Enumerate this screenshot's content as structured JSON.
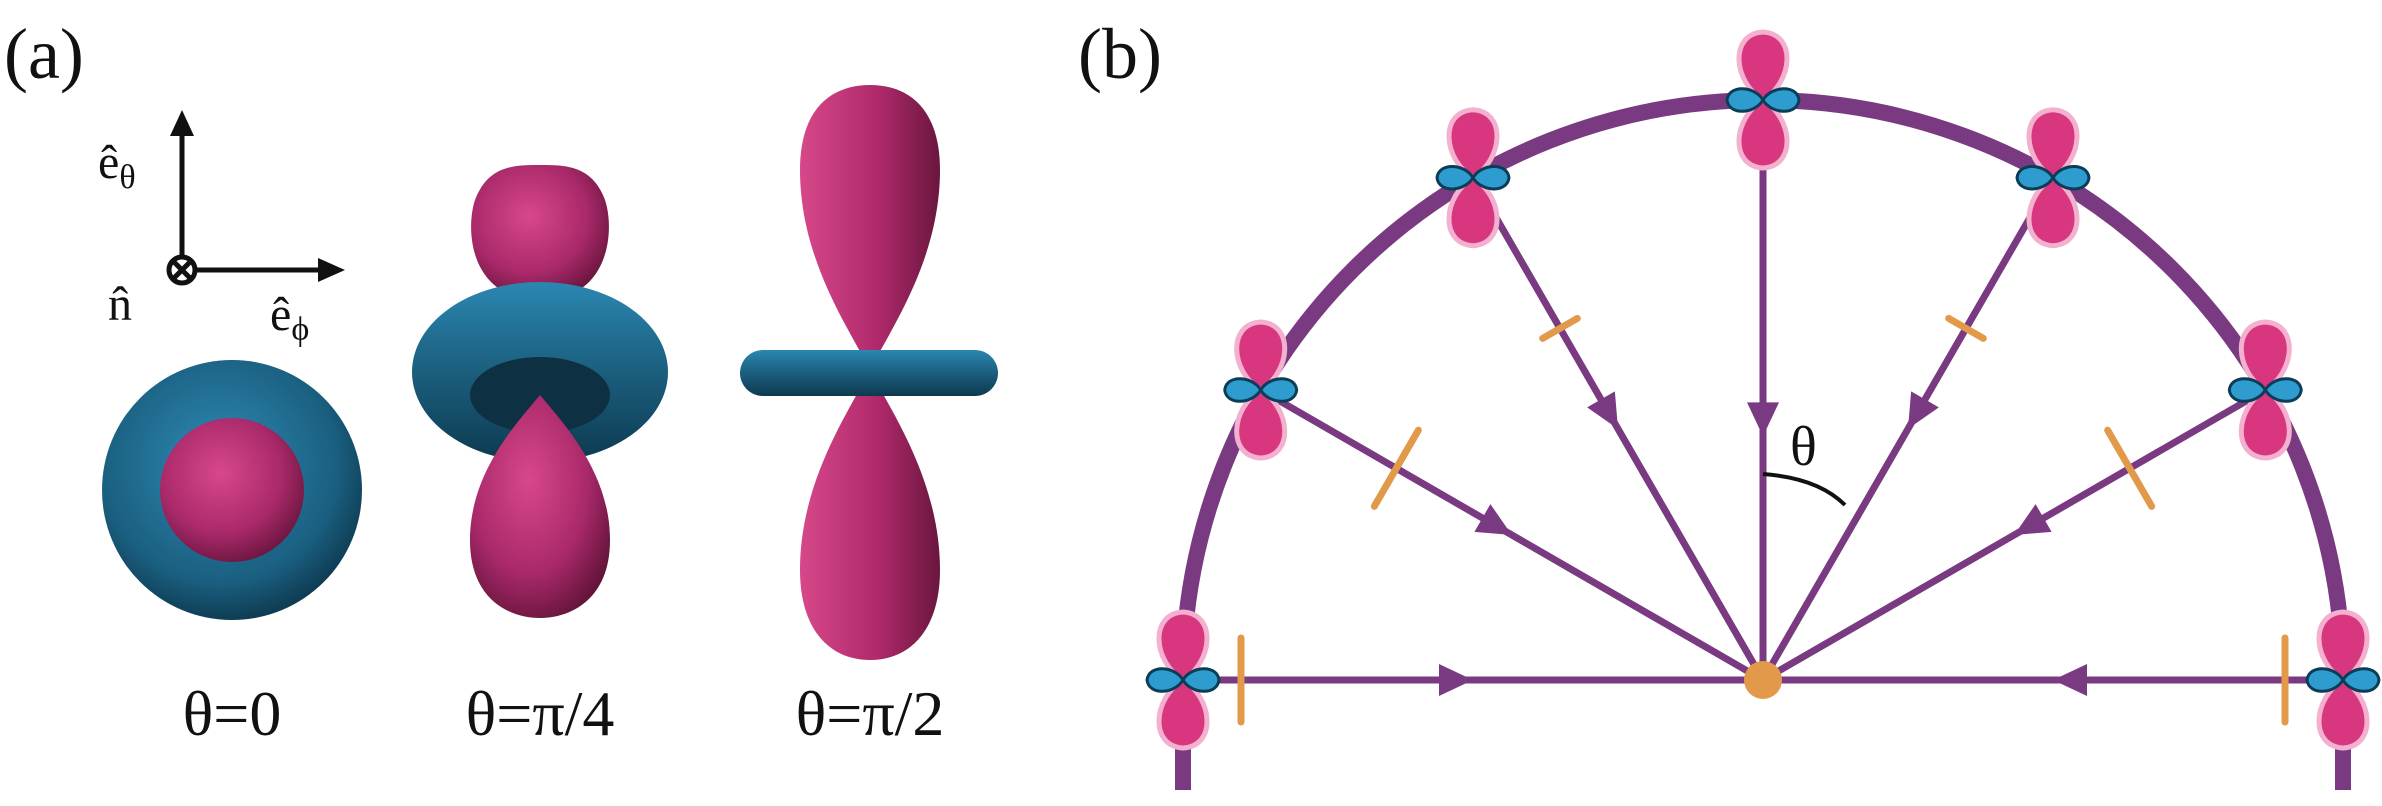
{
  "panels": {
    "a": {
      "label": "(a)"
    },
    "b": {
      "label": "(b)"
    }
  },
  "axes": {
    "e_theta": "ê",
    "e_theta_sub": "θ",
    "e_phi": "ê",
    "e_phi_sub": "ϕ",
    "n_hat": "n̂"
  },
  "orbitals": [
    {
      "label": "θ=0"
    },
    {
      "label": "θ=π/4"
    },
    {
      "label": "θ=π/2"
    }
  ],
  "diagram_b": {
    "angle_label": "θ"
  },
  "colors": {
    "magenta": "#b8306f",
    "magenta_dark": "#7a1d4a",
    "blue": "#1f6e93",
    "blue_dark": "#114760",
    "purple": "#7a3a82",
    "orange": "#e29a4a",
    "lobe_pink": "#d8377f",
    "lobe_outline": "#f3b1cf",
    "lobe_blue": "#2e9ccf"
  }
}
